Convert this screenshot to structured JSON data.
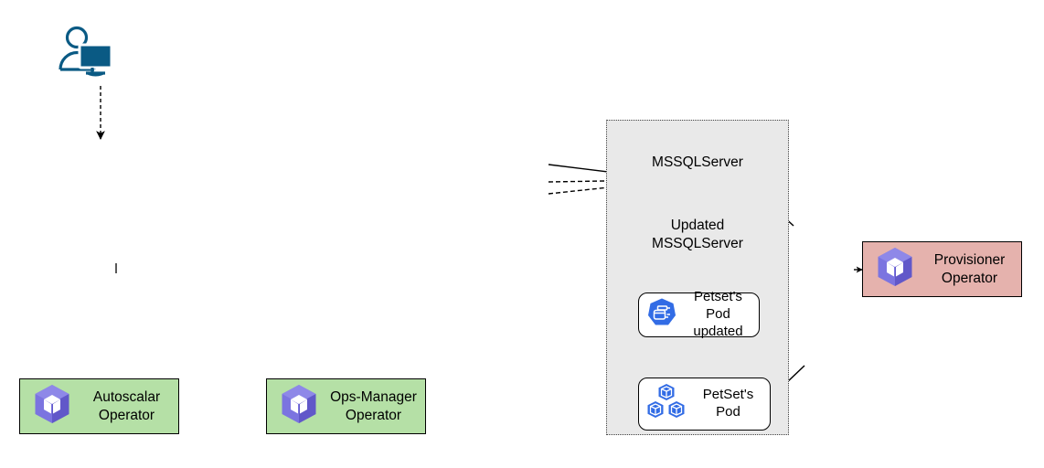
{
  "diagram": {
    "title": "Operator pattern flow diagram",
    "colors": {
      "operator_green": "#b5e0a6",
      "operator_pink": "#e5b2ad",
      "panel_gray": "#e9e9e9",
      "k8s_blue": "#326ce5",
      "icon_purple": "#6c63d8",
      "user_teal": "#0a5a84",
      "line_black": "#000000"
    },
    "user": {
      "icon": "user-at-computer-icon"
    },
    "operators": [
      {
        "id": "autoscalar",
        "label": "Autoscalar\nOperator",
        "icon": "operator-cube-icon",
        "background": "#b5e0a6"
      },
      {
        "id": "opsmanager",
        "label": "Ops-Manager\nOperator",
        "icon": "operator-cube-icon",
        "background": "#b5e0a6"
      },
      {
        "id": "provisioner",
        "label": "Provisioner\nOperator",
        "icon": "operator-cube-icon",
        "background": "#e5b2ad"
      }
    ],
    "cluster": {
      "labels": {
        "mssqlserver": "MSSQLServer",
        "updated_mssqlserver": "Updated\nMSSQLServer"
      },
      "boxes": [
        {
          "id": "petset-updated",
          "label": "Petset's Pod\nupdated",
          "icon": "statefulset-icon"
        },
        {
          "id": "petset-pod",
          "label": "PetSet's\nPod",
          "icon": "pods-icon"
        }
      ]
    },
    "connectors": [
      {
        "id": "user-to-down",
        "style": "dashed",
        "direction": "down"
      },
      {
        "id": "ops-to-mssqlserver",
        "style": "solid",
        "direction": "right"
      },
      {
        "id": "autoscalar-to-mssqlserver",
        "style": "dashed",
        "direction": "right"
      },
      {
        "id": "extra-to-mssqlserver",
        "style": "dashed",
        "direction": "right"
      },
      {
        "id": "mssqlserver-to-updated",
        "style": "dashed-block",
        "direction": "down"
      },
      {
        "id": "provisioner-to-mssqlserver",
        "style": "solid",
        "direction": "up-left"
      },
      {
        "id": "petset-pod-to-updated",
        "style": "dashed-block",
        "direction": "up"
      },
      {
        "id": "in-to-petset-pod",
        "style": "solid",
        "direction": "right"
      },
      {
        "id": "right-to-petset-pod",
        "style": "solid",
        "direction": "down-left"
      },
      {
        "id": "to-provisioner",
        "style": "solid",
        "direction": "right"
      }
    ]
  }
}
